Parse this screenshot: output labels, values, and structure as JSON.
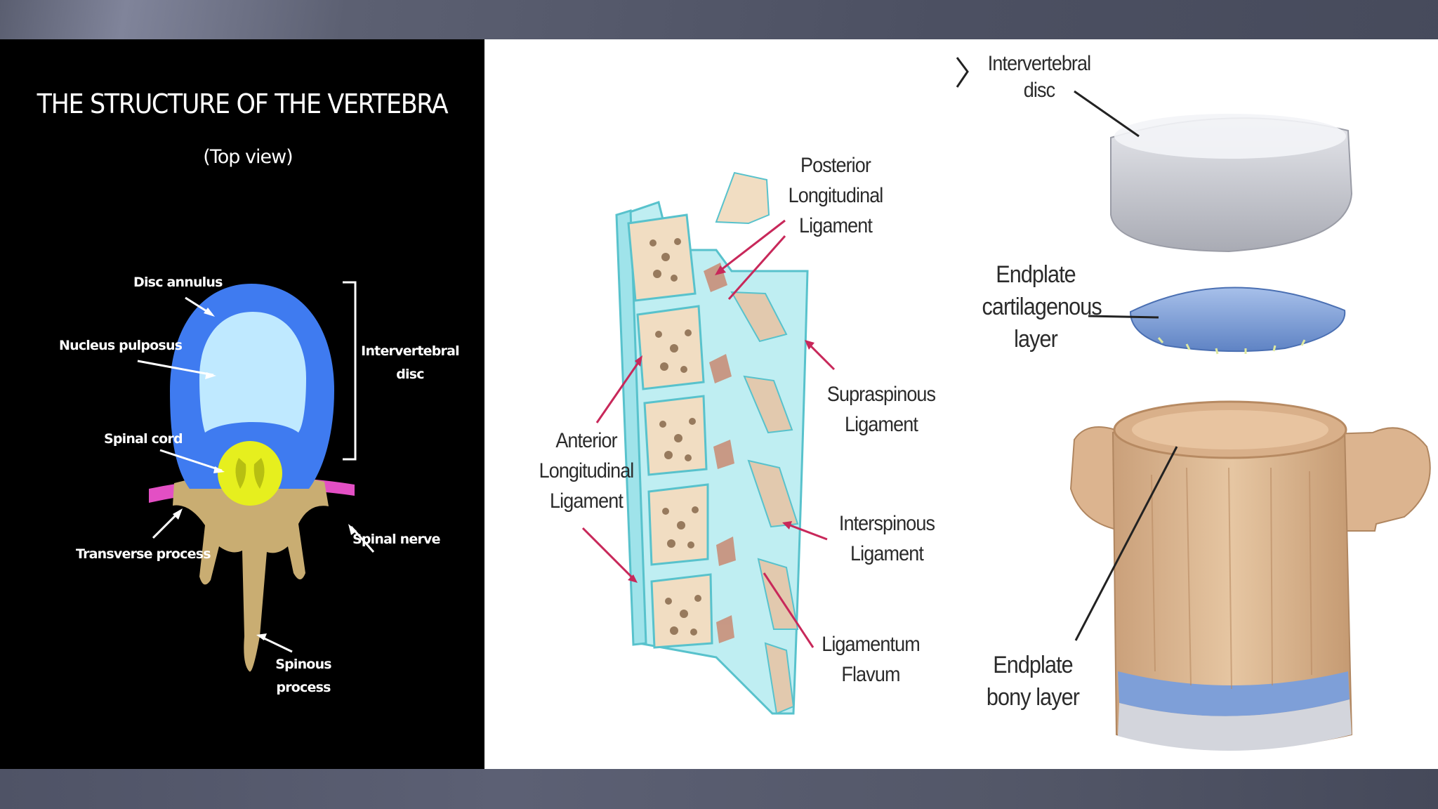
{
  "left_panel": {
    "title": "THE STRUCTURE OF THE VERTEBRA",
    "subtitle": "(Top view)",
    "labels": {
      "disc_annulus": "Disc annulus",
      "nucleus_pulposus": "Nucleus pulposus",
      "spinal_cord": "Spinal cord",
      "transverse_process": "Transverse process",
      "spinal_nerve": "Spinal nerve",
      "spinous_process_line1": "Spinous",
      "spinous_process_line2": "process",
      "intervertebral_disc_line1": "Intervertebral",
      "intervertebral_disc_line2": "disc"
    },
    "colors": {
      "annulus": "#3f7bf0",
      "nucleus": "#bfe9ff",
      "spinal_cord": "#e6ef1e",
      "spinal_nerve": "#e34fc4",
      "bone": "#c9ad72"
    }
  },
  "middle_panel": {
    "labels": {
      "posterior_line1": "Posterior",
      "posterior_line2": "Longitudinal",
      "posterior_line3": "Ligament",
      "anterior_line1": "Anterior",
      "anterior_line2": "Longitudinal",
      "anterior_line3": "Ligament",
      "supraspinous_line1": "Supraspinous",
      "supraspinous_line2": "Ligament",
      "interspinous_line1": "Interspinous",
      "interspinous_line2": "Ligament",
      "flavum_line1": "Ligamentum",
      "flavum_line2": "Flavum"
    },
    "colors": {
      "ligament": "#9fe3ea",
      "bone": "#f1ddc2",
      "pointer": "#c8285a"
    }
  },
  "right_panel": {
    "labels": {
      "disc_line1": "Intervertebral",
      "disc_line2": "disc",
      "cartilage_line1": "Endplate",
      "cartilage_line2": "cartilagenous",
      "cartilage_line3": "layer",
      "bony_line1": "Endplate",
      "bony_line2": "bony layer"
    },
    "colors": {
      "disc": "#cfd0d6",
      "cartilage": "#7e9fd8",
      "vertebra": "#dcb48f"
    }
  }
}
